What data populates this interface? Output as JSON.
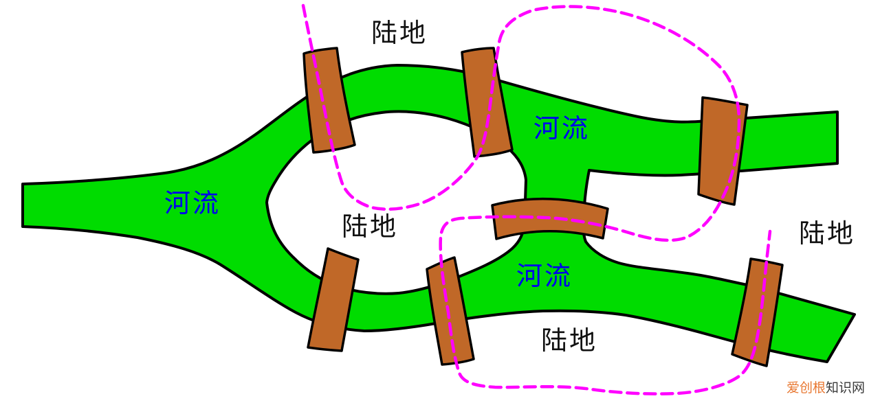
{
  "diagram_type": "river-and-bridges schematic (Königsberg-style bridge puzzle)",
  "bridge_count": 7,
  "labels": {
    "land_top": "陆地",
    "land_island": "陆地",
    "land_right": "陆地",
    "land_bottom": "陆地",
    "river_left": "河流",
    "river_upper_right": "河流",
    "river_lower": "河流"
  },
  "watermark": {
    "brand": "爱创根",
    "suffix": "知识网"
  },
  "colors": {
    "background": "#FFFFFF",
    "river": "#00DC00",
    "bridge": "#C06828",
    "outline": "#000000",
    "walk_path": "#FF00FF",
    "river_label": "#0000EE",
    "land_label": "#111111",
    "watermark_brand": "#E87832",
    "watermark_suffix": "#3A3A3A"
  }
}
